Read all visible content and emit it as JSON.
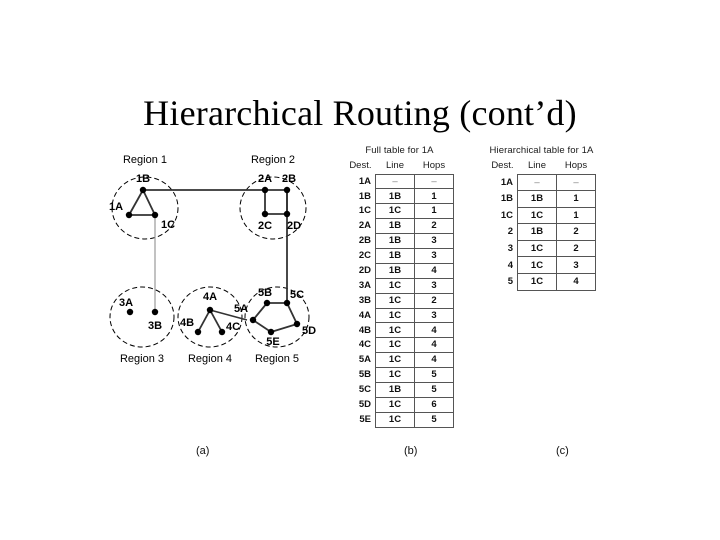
{
  "slide": {
    "title": "Hierarchical Routing (cont’d)"
  },
  "figure": {
    "captions": {
      "a": "(a)",
      "b": "(b)",
      "c": "(c)"
    }
  },
  "diagram": {
    "type": "network-topology",
    "region_labels": {
      "r1": "Region 1",
      "r2": "Region 2",
      "r3": "Region 3",
      "r4": "Region 4",
      "r5": "Region 5"
    },
    "nodes": {
      "n1A": "1A",
      "n1B": "1B",
      "n1C": "1C",
      "n2A": "2A",
      "n2B": "2B",
      "n2C": "2C",
      "n2D": "2D",
      "n3A": "3A",
      "n3B": "3B",
      "n4A": "4A",
      "n4B": "4B",
      "n4C": "4C",
      "n5A": "5A",
      "n5B": "5B",
      "n5C": "5C",
      "n5D": "5D",
      "n5E": "5E"
    },
    "intra_region_links": [
      [
        "1A",
        "1B"
      ],
      [
        "1B",
        "1C"
      ],
      [
        "1A",
        "1C"
      ],
      [
        "2A",
        "2B"
      ],
      [
        "2A",
        "2C"
      ],
      [
        "2B",
        "2D"
      ],
      [
        "2C",
        "2D"
      ],
      [
        "4A",
        "4B"
      ],
      [
        "4A",
        "4C"
      ],
      [
        "5A",
        "5B"
      ],
      [
        "5B",
        "5C"
      ],
      [
        "5C",
        "5D"
      ],
      [
        "5D",
        "5E"
      ],
      [
        "5A",
        "5E"
      ]
    ],
    "inter_region_links": [
      [
        "1B",
        "2A"
      ],
      [
        "1C",
        "3B"
      ],
      [
        "2D",
        "5C"
      ],
      [
        "4A",
        "5A"
      ]
    ]
  },
  "table_b": {
    "title": "Full table for 1A",
    "columns": [
      "Dest.",
      "Line",
      "Hops"
    ],
    "rows": [
      [
        "1A",
        "–",
        "–"
      ],
      [
        "1B",
        "1B",
        "1"
      ],
      [
        "1C",
        "1C",
        "1"
      ],
      [
        "2A",
        "1B",
        "2"
      ],
      [
        "2B",
        "1B",
        "3"
      ],
      [
        "2C",
        "1B",
        "3"
      ],
      [
        "2D",
        "1B",
        "4"
      ],
      [
        "3A",
        "1C",
        "3"
      ],
      [
        "3B",
        "1C",
        "2"
      ],
      [
        "4A",
        "1C",
        "3"
      ],
      [
        "4B",
        "1C",
        "4"
      ],
      [
        "4C",
        "1C",
        "4"
      ],
      [
        "5A",
        "1C",
        "4"
      ],
      [
        "5B",
        "1C",
        "5"
      ],
      [
        "5C",
        "1B",
        "5"
      ],
      [
        "5D",
        "1C",
        "6"
      ],
      [
        "5E",
        "1C",
        "5"
      ]
    ]
  },
  "table_c": {
    "title": "Hierarchical table for 1A",
    "columns": [
      "Dest.",
      "Line",
      "Hops"
    ],
    "rows": [
      [
        "1A",
        "–",
        "–"
      ],
      [
        "1B",
        "1B",
        "1"
      ],
      [
        "1C",
        "1C",
        "1"
      ],
      [
        "2",
        "1B",
        "2"
      ],
      [
        "3",
        "1C",
        "2"
      ],
      [
        "4",
        "1C",
        "3"
      ],
      [
        "5",
        "1C",
        "4"
      ]
    ]
  }
}
